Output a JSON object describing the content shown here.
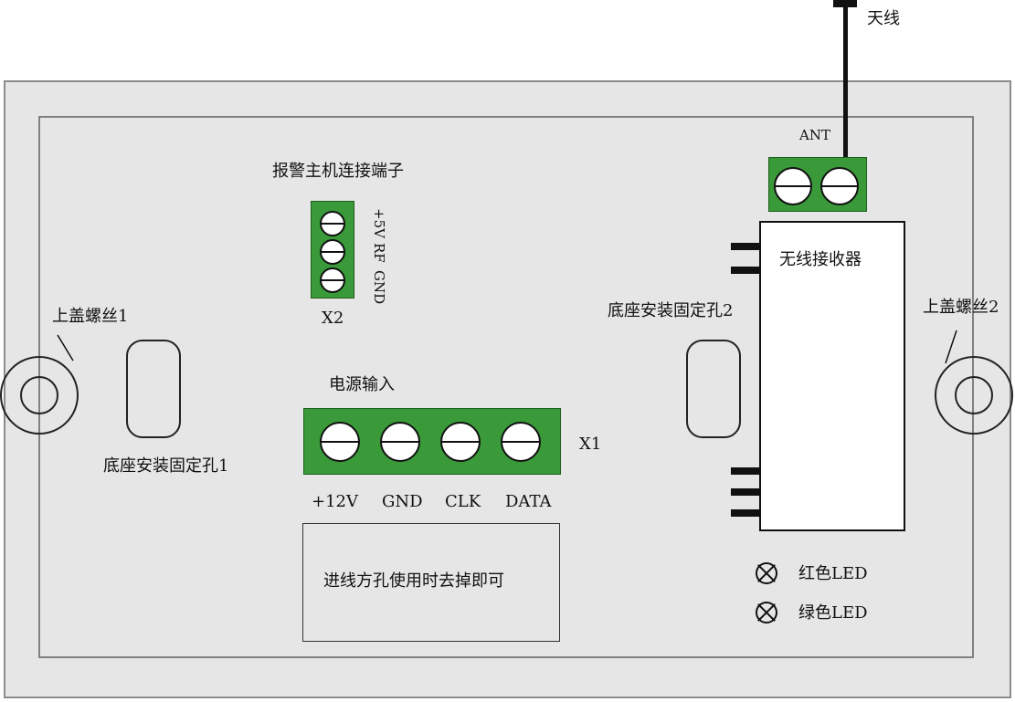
{
  "labels": {
    "antenna": "天线",
    "ant": "ANT",
    "alarm_terminal": "报警主机连接端子",
    "x2": "X2",
    "x2_pins": [
      "+5V",
      "RF",
      "GND"
    ],
    "power_input": "电源输入",
    "x1": "X1",
    "x1_pins": [
      "+12V",
      "GND",
      "CLK",
      "DATA"
    ],
    "receiver": "无线接收器",
    "screw_left": "上盖螺丝1",
    "screw_right": "上盖螺丝2",
    "mount_hole_1": "底座安装固定孔1",
    "mount_hole_2": "底座安装固定孔2",
    "cutout": "进线方孔使用时去掉即可",
    "red_led": "红色LED",
    "green_led": "绿色LED"
  },
  "colors": {
    "terminal_green": "#3a9a3a",
    "case_fill": "#e6e6e6",
    "case_border": "#8c8c8c"
  }
}
